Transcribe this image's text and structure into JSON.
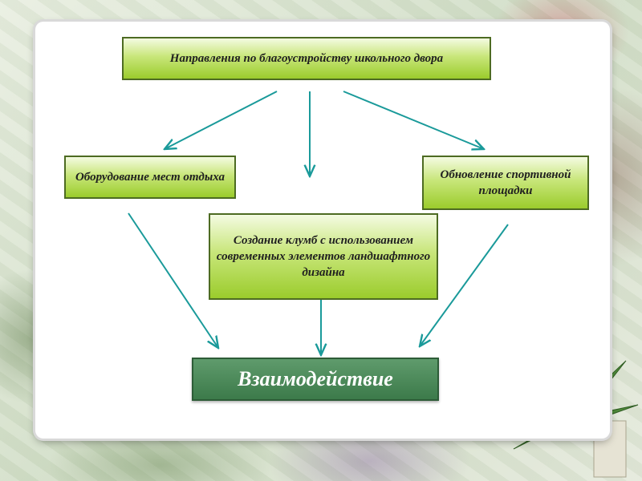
{
  "diagram": {
    "title": "Направления по благоустройству школьного двора",
    "left_node": "Оборудование мест отдыха",
    "right_node": "Обновление спортивной площадки",
    "center_node": "Создание клумб с использованием современных элементов ландшафтного дизайна",
    "result_node": "Взаимодействие"
  },
  "colors": {
    "box_light": "#c8e67a",
    "box_mid": "#9bcc2c",
    "box_dark": "#3c7a4a",
    "arrow": "#1a9a9a"
  }
}
